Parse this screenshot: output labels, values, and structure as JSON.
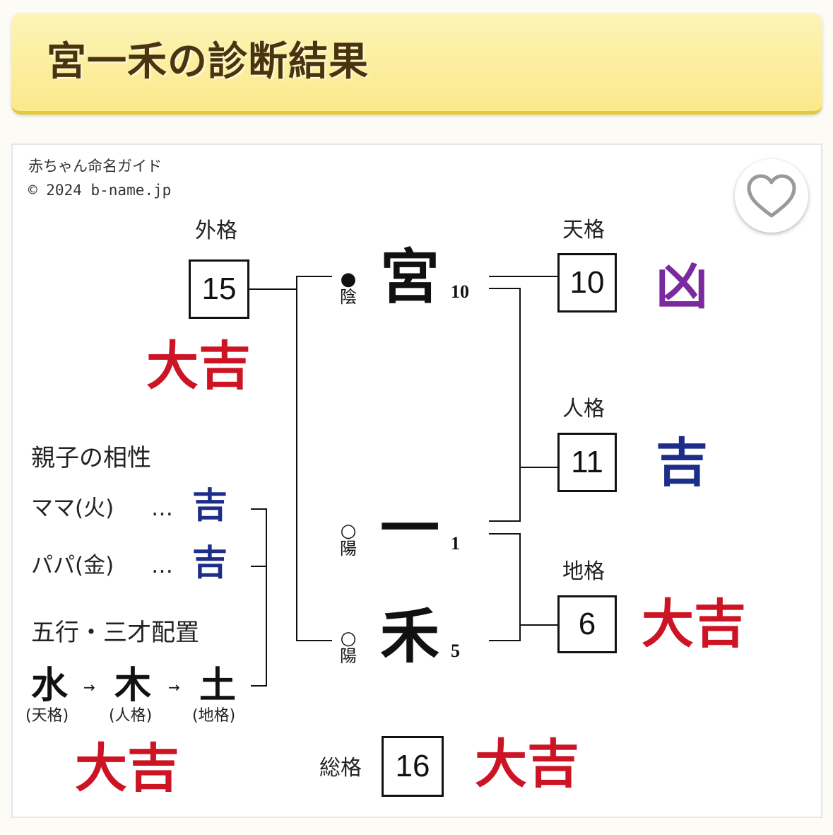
{
  "header": {
    "title": "宮一禾の診断結果"
  },
  "credit": {
    "line1": "赤ちゃん命名ガイド",
    "line2": "© 2024 b-name.jp"
  },
  "favorite": {
    "icon": "heart-icon"
  },
  "name": {
    "chars": [
      {
        "char": "宮",
        "strokes": "10",
        "yinyang_mark": "●",
        "yinyang": "陰"
      },
      {
        "char": "一",
        "strokes": "1",
        "yinyang_mark": "○",
        "yinyang": "陽"
      },
      {
        "char": "禾",
        "strokes": "5",
        "yinyang_mark": "○",
        "yinyang": "陽"
      }
    ]
  },
  "gaikaku": {
    "label": "外格",
    "value": "15",
    "result": "大吉"
  },
  "tenkaku": {
    "label": "天格",
    "value": "10",
    "result": "凶"
  },
  "jinkaku": {
    "label": "人格",
    "value": "11",
    "result": "吉"
  },
  "chikaku": {
    "label": "地格",
    "value": "6",
    "result": "大吉"
  },
  "soukaku": {
    "label": "総格",
    "value": "16",
    "result": "大吉"
  },
  "compat": {
    "title": "親子の相性",
    "mama": {
      "label": "ママ(火)",
      "dots": "…",
      "result": "吉"
    },
    "papa": {
      "label": "パパ(金)",
      "dots": "…",
      "result": "吉"
    }
  },
  "gogyo": {
    "title": "五行・三才配置",
    "elements": [
      {
        "char": "水",
        "sub": "(天格)"
      },
      {
        "char": "木",
        "sub": "(人格)"
      },
      {
        "char": "土",
        "sub": "(地格)"
      }
    ],
    "arrow": "→",
    "result": "大吉"
  },
  "colors": {
    "great_fortune": "#cc1424",
    "fortune": "#1c2e8a",
    "misfortune": "#7a2a9e",
    "header_bg": "#fbe98a"
  }
}
